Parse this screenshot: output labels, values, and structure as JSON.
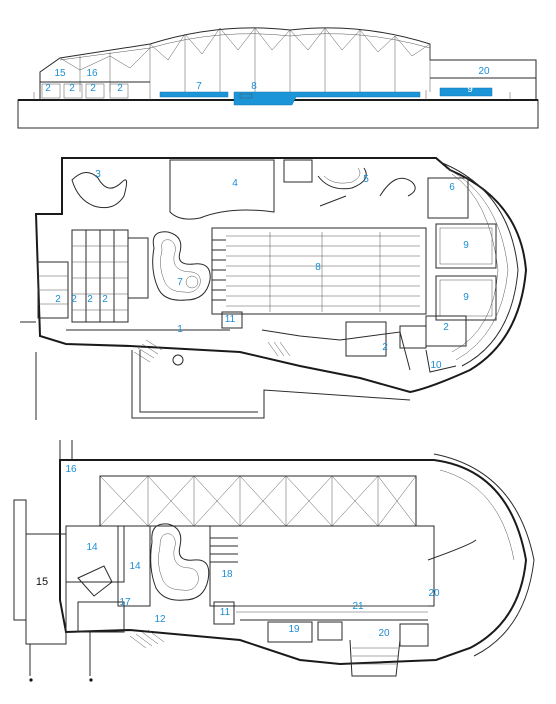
{
  "colors": {
    "label_blue": "#1b8ed6",
    "pool_blue": "#1b95d8",
    "line": "#2a2a2a"
  },
  "section": {
    "labels": [
      {
        "id": "s15",
        "text": "15",
        "tone": "blue"
      },
      {
        "id": "s16",
        "text": "16",
        "tone": "blue"
      },
      {
        "id": "s2a",
        "text": "2",
        "tone": "blue"
      },
      {
        "id": "s2b",
        "text": "2",
        "tone": "blue"
      },
      {
        "id": "s2c",
        "text": "2",
        "tone": "blue"
      },
      {
        "id": "s2d",
        "text": "2",
        "tone": "blue"
      },
      {
        "id": "s7",
        "text": "7",
        "tone": "blue"
      },
      {
        "id": "s8",
        "text": "8",
        "tone": "blue"
      },
      {
        "id": "s20",
        "text": "20",
        "tone": "blue"
      },
      {
        "id": "s9",
        "text": "9",
        "tone": "white"
      }
    ]
  },
  "ground_floor": {
    "labels": [
      {
        "id": "g3",
        "text": "3",
        "tone": "blue"
      },
      {
        "id": "g4",
        "text": "4",
        "tone": "blue"
      },
      {
        "id": "g5",
        "text": "5",
        "tone": "blue"
      },
      {
        "id": "g6",
        "text": "6",
        "tone": "blue"
      },
      {
        "id": "g9a",
        "text": "9",
        "tone": "blue"
      },
      {
        "id": "g9b",
        "text": "9",
        "tone": "blue"
      },
      {
        "id": "g8",
        "text": "8",
        "tone": "blue"
      },
      {
        "id": "g7",
        "text": "7",
        "tone": "blue"
      },
      {
        "id": "g2a",
        "text": "2",
        "tone": "blue"
      },
      {
        "id": "g2b",
        "text": "2",
        "tone": "blue"
      },
      {
        "id": "g2c",
        "text": "2",
        "tone": "blue"
      },
      {
        "id": "g2d",
        "text": "2",
        "tone": "blue"
      },
      {
        "id": "g1",
        "text": "1",
        "tone": "blue"
      },
      {
        "id": "g11",
        "text": "11",
        "tone": "blue"
      },
      {
        "id": "g2e",
        "text": "2",
        "tone": "blue"
      },
      {
        "id": "g2f",
        "text": "2",
        "tone": "blue"
      },
      {
        "id": "g10",
        "text": "10",
        "tone": "blue"
      }
    ]
  },
  "upper_floor": {
    "labels": [
      {
        "id": "u16",
        "text": "16",
        "tone": "blue"
      },
      {
        "id": "u14a",
        "text": "14",
        "tone": "blue"
      },
      {
        "id": "u14b",
        "text": "14",
        "tone": "blue"
      },
      {
        "id": "u15",
        "text": "15",
        "tone": "dark"
      },
      {
        "id": "u18",
        "text": "18",
        "tone": "blue"
      },
      {
        "id": "u17",
        "text": "17",
        "tone": "blue"
      },
      {
        "id": "u12",
        "text": "12",
        "tone": "blue"
      },
      {
        "id": "u11",
        "text": "11",
        "tone": "blue"
      },
      {
        "id": "u21",
        "text": "21",
        "tone": "blue"
      },
      {
        "id": "u19",
        "text": "19",
        "tone": "blue"
      },
      {
        "id": "u20a",
        "text": "20",
        "tone": "blue"
      },
      {
        "id": "u20b",
        "text": "20",
        "tone": "blue"
      }
    ]
  }
}
